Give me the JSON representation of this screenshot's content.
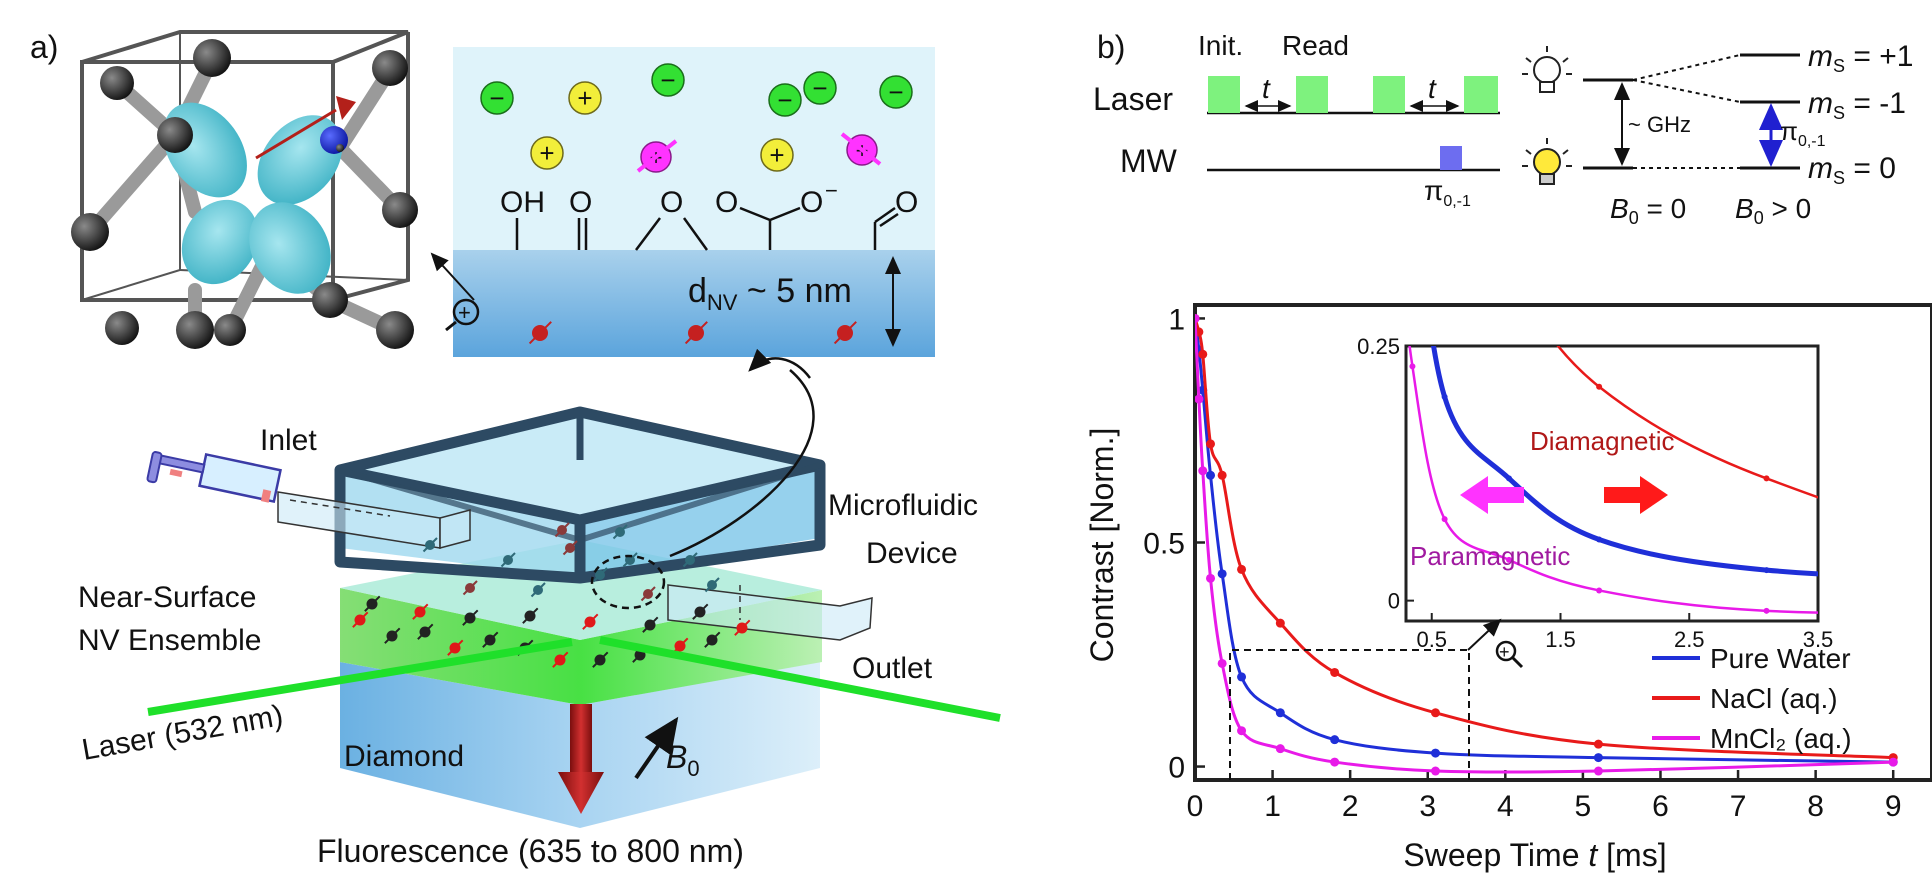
{
  "panel_a": {
    "label": "a)",
    "surface_groups": [
      "OH",
      "O",
      "O",
      "O",
      "O",
      "O"
    ],
    "carboxylate_charge": "−",
    "ion_symbols": {
      "anion": "−",
      "cation": "+"
    },
    "depth": {
      "main": "d",
      "sub": "NV",
      "rest": " ~ 5 nm"
    },
    "inlet": "Inlet",
    "outlet": "Outlet",
    "device_line1": "Microfluidic",
    "device_line2": "Device",
    "ensemble_line1": "Near-Surface",
    "ensemble_line2": "NV Ensemble",
    "laser": "Laser (532 nm)",
    "diamond": "Diamond",
    "b0": {
      "main": "B",
      "sub": "0"
    },
    "fluorescence": "Fluorescence (635 to 800 nm)",
    "colors": {
      "laser": "#1fe02a",
      "green_layer": "#62e04c",
      "diamond": "#8ec6ea",
      "fluorescence_arrow": "#b01818",
      "orbital": "#5fc8d8"
    }
  },
  "panel_b": {
    "label": "b)",
    "init": "Init.",
    "read": "Read",
    "laser_row": "Laser",
    "mw_row": "MW",
    "t": "t",
    "pi_label": {
      "main": "π",
      "sub": "0,-1"
    },
    "levels": {
      "ms_plus1": {
        "m": "m",
        "s": "S",
        "val": " = +1"
      },
      "ms_minus1": {
        "m": "m",
        "s": "S",
        "val": " = -1"
      },
      "ms_0": {
        "m": "m",
        "s": "S",
        "val": " = 0"
      },
      "ghz": "~ GHz",
      "b0_zero": {
        "main": "B",
        "sub": "0",
        "rest": " = 0"
      },
      "b0_pos": {
        "main": "B",
        "sub": "0",
        "rest": " > 0"
      }
    },
    "colors": {
      "laser_pulse": "#7ef27e",
      "mw_pulse": "#6d6df0",
      "transition_arrow": "#2020d0",
      "bulb_on": "#ffe93a"
    }
  },
  "chart_data": {
    "type": "line",
    "xlabel": "Sweep Time t [ms]",
    "ylabel": "Contrast [Norm.]",
    "xlim": [
      0,
      9.5
    ],
    "ylim": [
      -0.03,
      1.03
    ],
    "xticks": [
      "0",
      "1",
      "2",
      "3",
      "4",
      "5",
      "6",
      "7",
      "8",
      "9"
    ],
    "yticks": [
      "0",
      "0.5",
      "1"
    ],
    "legend_position": "bottom-right",
    "series": [
      {
        "name": "Pure Water",
        "color": "#1f2fd8",
        "x": [
          0,
          0.05,
          0.1,
          0.2,
          0.35,
          0.6,
          1.1,
          1.8,
          3.1,
          5.2,
          9
        ],
        "y": [
          1.0,
          0.93,
          0.84,
          0.65,
          0.43,
          0.2,
          0.12,
          0.06,
          0.03,
          0.02,
          0.01
        ]
      },
      {
        "name": "NaCl (aq.)",
        "color": "#e81a1a",
        "x": [
          0,
          0.05,
          0.1,
          0.2,
          0.35,
          0.6,
          1.1,
          1.8,
          3.1,
          5.2,
          9
        ],
        "y": [
          1.0,
          0.97,
          0.92,
          0.72,
          0.65,
          0.44,
          0.32,
          0.21,
          0.12,
          0.05,
          0.02
        ]
      },
      {
        "name": "MnCl₂ (aq.)",
        "color": "#e81ae8",
        "x": [
          0,
          0.05,
          0.1,
          0.2,
          0.35,
          0.6,
          1.1,
          1.8,
          3.1,
          5.2,
          9
        ],
        "y": [
          1.0,
          0.82,
          0.66,
          0.42,
          0.23,
          0.08,
          0.04,
          0.01,
          -0.01,
          -0.01,
          0.01
        ]
      }
    ],
    "inset": {
      "xlim": [
        0.3,
        3.5
      ],
      "ylim": [
        -0.02,
        0.25
      ],
      "xticks": [
        "0.5",
        "1.5",
        "2.5",
        "3.5"
      ],
      "yticks": [
        "0",
        "0.25"
      ],
      "label_diamagnetic": "Diamagnetic",
      "label_paramagnetic": "Paramagnetic"
    }
  }
}
